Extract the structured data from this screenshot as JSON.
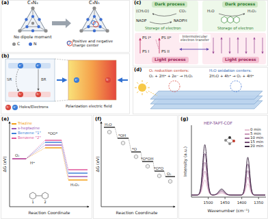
{
  "diagram": {
    "nodes": [
      {
        "text": [
          "Dark process"
        ]
      },
      {
        "text": [
          "Dark process"
        ]
      },
      {
        "text": [
          "Light process"
        ]
      },
      {
        "text": [
          "Light process"
        ]
      }
    ],
    "labels": [
      "(a)",
      "C₃N₄",
      "C₃N₅",
      "No dipole moment",
      "(b)",
      "SR",
      "BR",
      "e⁻",
      "e⁻",
      "h⁺",
      "h⁺",
      "e⁻",
      "h⁺",
      "h⁺",
      "e⁻",
      "Polarization electric field",
      "(c)",
      "(CH₂O)",
      "CO₂",
      "NADP",
      "NADPH",
      "Storage of electron",
      "PS I*",
      "PS II*",
      "PS I",
      "PS II",
      "Intermolecular electron transfer",
      "H₂O",
      "H₂O₂",
      "Storage of electron",
      "(d)",
      "O₂ reduction centers:",
      "O₂ + 2H⁺ + 2e⁻ → H₂O₂",
      "H₂O oxidation centers:",
      "2H₂O + 4h⁺ → O₂ + 4H⁺",
      "(e)",
      "ΔG (eV)",
      "O₂",
      "H⁺",
      "*OO*",
      "H₂O₂",
      "1",
      "2",
      "Reaction Coordinate",
      "(f)",
      "ΔG (eV)",
      "H₂O",
      "*OH",
      "*O",
      "*O*OH",
      "*O*O",
      "O₂",
      "Reaction Coordinate",
      "(g)",
      "HEP-TAPT-COF",
      "Intensity (a.u.)",
      "1500",
      "1450",
      "1400",
      "1350",
      "Wavenumber (cm⁻¹)"
    ],
    "legend": [
      {
        "text": "C",
        "color": "#8e8e8e"
      },
      {
        "text": "N",
        "color": "#3f6fd1"
      },
      {
        "text": "Positive and negative charge center"
      },
      {
        "text": "Holes/Electrons"
      },
      {
        "text": "Triazine",
        "color": "#f39c12"
      },
      {
        "text": "s-heptazine",
        "color": "#9b59b6"
      },
      {
        "text": "Benzene \"1\"",
        "color": "#3f7fd8"
      },
      {
        "text": "Benzene \"2\"",
        "color": "#e0559a"
      },
      {
        "text": "0 min",
        "color": "#e6bfd2"
      },
      {
        "text": "5 min",
        "color": "#c997b8"
      },
      {
        "text": "10 min",
        "color": "#a06e98"
      },
      {
        "text": "15 min",
        "color": "#704a72"
      },
      {
        "text": "20 min",
        "color": "#3f2a45"
      }
    ]
  }
}
